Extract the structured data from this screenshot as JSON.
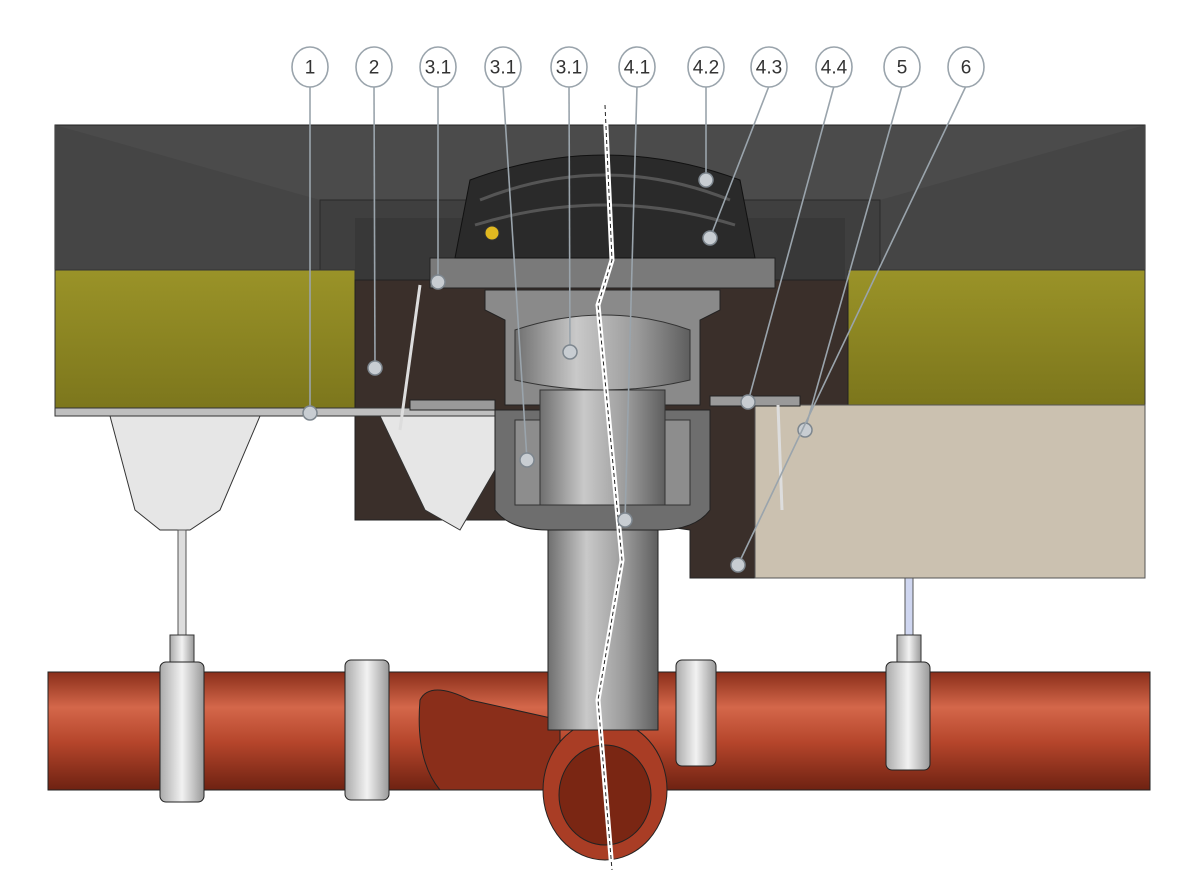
{
  "diagram": {
    "type": "roof drain cross-section",
    "callouts": [
      {
        "label": "1"
      },
      {
        "label": "2"
      },
      {
        "label": "3.1"
      },
      {
        "label": "3.1"
      },
      {
        "label": "3.1"
      },
      {
        "label": "4.1"
      },
      {
        "label": "4.2"
      },
      {
        "label": "4.3"
      },
      {
        "label": "4.4"
      },
      {
        "label": "5"
      },
      {
        "label": "6"
      }
    ],
    "colors": {
      "roof_layer": "#4b4b4b",
      "insulation": "#8c8621",
      "board": "#3a2f2a",
      "concrete": "#cbc1b0",
      "pipe": "#b5452b",
      "drain_body": "#9a9a9a"
    }
  }
}
